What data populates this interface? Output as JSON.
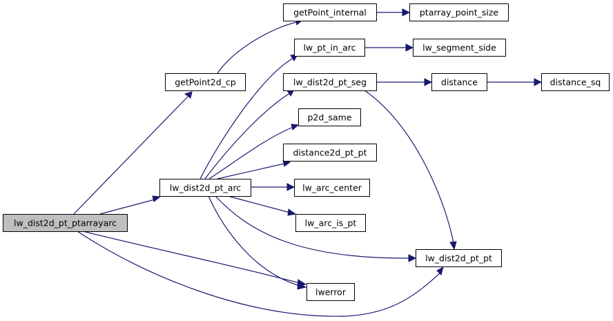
{
  "graph": {
    "root": "lw_dist2d_pt_ptarrayarc",
    "colors": {
      "edge": "#191970",
      "root_fill": "#bfbfbf",
      "node_fill": "#ffffff",
      "node_border": "#000000"
    },
    "nodes": [
      {
        "id": "root",
        "label": "lw_dist2d_pt_ptarrayarc"
      },
      {
        "id": "getPoint2d_cp",
        "label": "getPoint2d_cp"
      },
      {
        "id": "lw_dist2d_pt_arc",
        "label": "lw_dist2d_pt_arc"
      },
      {
        "id": "lwerror",
        "label": "lwerror"
      },
      {
        "id": "lw_dist2d_pt_pt",
        "label": "lw_dist2d_pt_pt"
      },
      {
        "id": "getPoint_internal",
        "label": "getPoint_internal"
      },
      {
        "id": "ptarray_point_size",
        "label": "ptarray_point_size"
      },
      {
        "id": "lw_pt_in_arc",
        "label": "lw_pt_in_arc"
      },
      {
        "id": "lw_segment_side",
        "label": "lw_segment_side"
      },
      {
        "id": "lw_dist2d_pt_seg",
        "label": "lw_dist2d_pt_seg"
      },
      {
        "id": "distance",
        "label": "distance"
      },
      {
        "id": "distance_sq",
        "label": "distance_sq"
      },
      {
        "id": "p2d_same",
        "label": "p2d_same"
      },
      {
        "id": "distance2d_pt_pt",
        "label": "distance2d_pt_pt"
      },
      {
        "id": "lw_arc_center",
        "label": "lw_arc_center"
      },
      {
        "id": "lw_arc_is_pt",
        "label": "lw_arc_is_pt"
      }
    ],
    "edges": [
      {
        "from": "root",
        "to": "getPoint2d_cp"
      },
      {
        "from": "root",
        "to": "lw_dist2d_pt_arc"
      },
      {
        "from": "root",
        "to": "lwerror"
      },
      {
        "from": "root",
        "to": "lw_dist2d_pt_pt"
      },
      {
        "from": "getPoint2d_cp",
        "to": "getPoint_internal"
      },
      {
        "from": "getPoint_internal",
        "to": "ptarray_point_size"
      },
      {
        "from": "lw_dist2d_pt_arc",
        "to": "lw_pt_in_arc"
      },
      {
        "from": "lw_dist2d_pt_arc",
        "to": "lw_dist2d_pt_seg"
      },
      {
        "from": "lw_dist2d_pt_arc",
        "to": "p2d_same"
      },
      {
        "from": "lw_dist2d_pt_arc",
        "to": "distance2d_pt_pt"
      },
      {
        "from": "lw_dist2d_pt_arc",
        "to": "lw_arc_center"
      },
      {
        "from": "lw_dist2d_pt_arc",
        "to": "lw_arc_is_pt"
      },
      {
        "from": "lw_dist2d_pt_arc",
        "to": "lw_dist2d_pt_pt"
      },
      {
        "from": "lw_dist2d_pt_arc",
        "to": "lwerror"
      },
      {
        "from": "lw_pt_in_arc",
        "to": "lw_segment_side"
      },
      {
        "from": "lw_dist2d_pt_seg",
        "to": "distance"
      },
      {
        "from": "lw_dist2d_pt_seg",
        "to": "lw_dist2d_pt_pt"
      },
      {
        "from": "distance",
        "to": "distance_sq"
      }
    ]
  }
}
